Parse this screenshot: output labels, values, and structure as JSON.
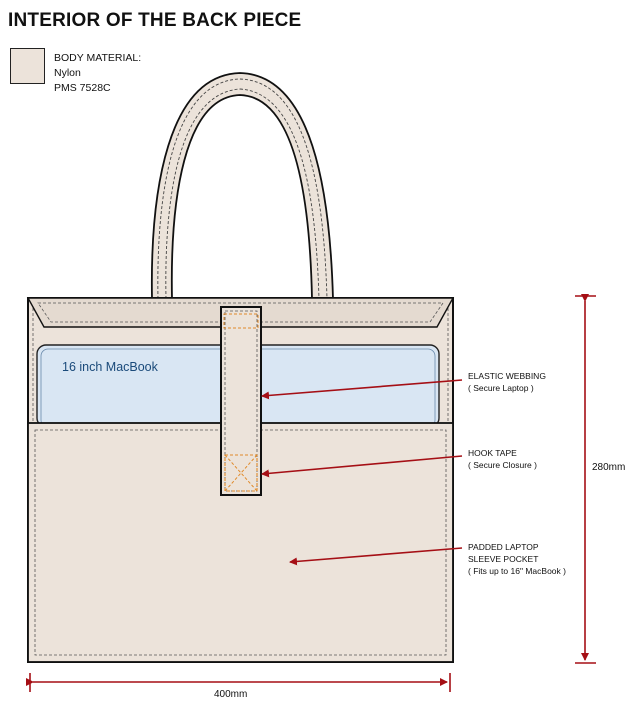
{
  "title": "INTERIOR OF THE BACK PIECE",
  "material": {
    "heading": "BODY MATERIAL:",
    "name": "Nylon",
    "pms": "PMS 7528C",
    "swatch_color": "#ece3da"
  },
  "laptop_label": "16 inch MacBook",
  "callouts": {
    "elastic": [
      "ELASTIC WEBBING",
      "( Secure Laptop )"
    ],
    "hook": [
      "HOOK TAPE",
      "( Secure Closure )"
    ],
    "pocket": [
      "PADDED LAPTOP",
      "SLEEVE POCKET",
      "( Fits up to 16\" MacBook )"
    ]
  },
  "dimensions": {
    "height": "280mm",
    "width": "400mm"
  },
  "colors": {
    "body": "#ece3da",
    "laptop": "#d9e6f3",
    "arrow": "#a50f15",
    "hook_stitch": "#e08a2a"
  }
}
